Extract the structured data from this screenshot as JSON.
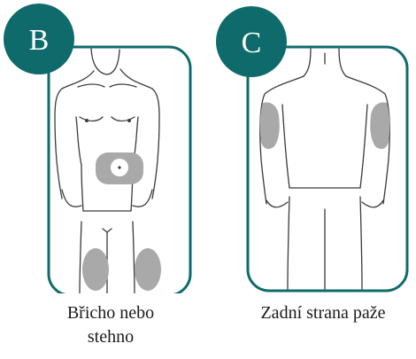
{
  "accent_color": "#0f6b6b",
  "site_color": "#a9a9a9",
  "panels": [
    {
      "letter": "B",
      "caption_line1": "Břicho nebo",
      "caption_line2": "stehno",
      "figure": "front-body-abdomen-thighs"
    },
    {
      "letter": "C",
      "caption_line1": "Zadní strana paže",
      "figure": "back-body-upper-arms"
    }
  ]
}
